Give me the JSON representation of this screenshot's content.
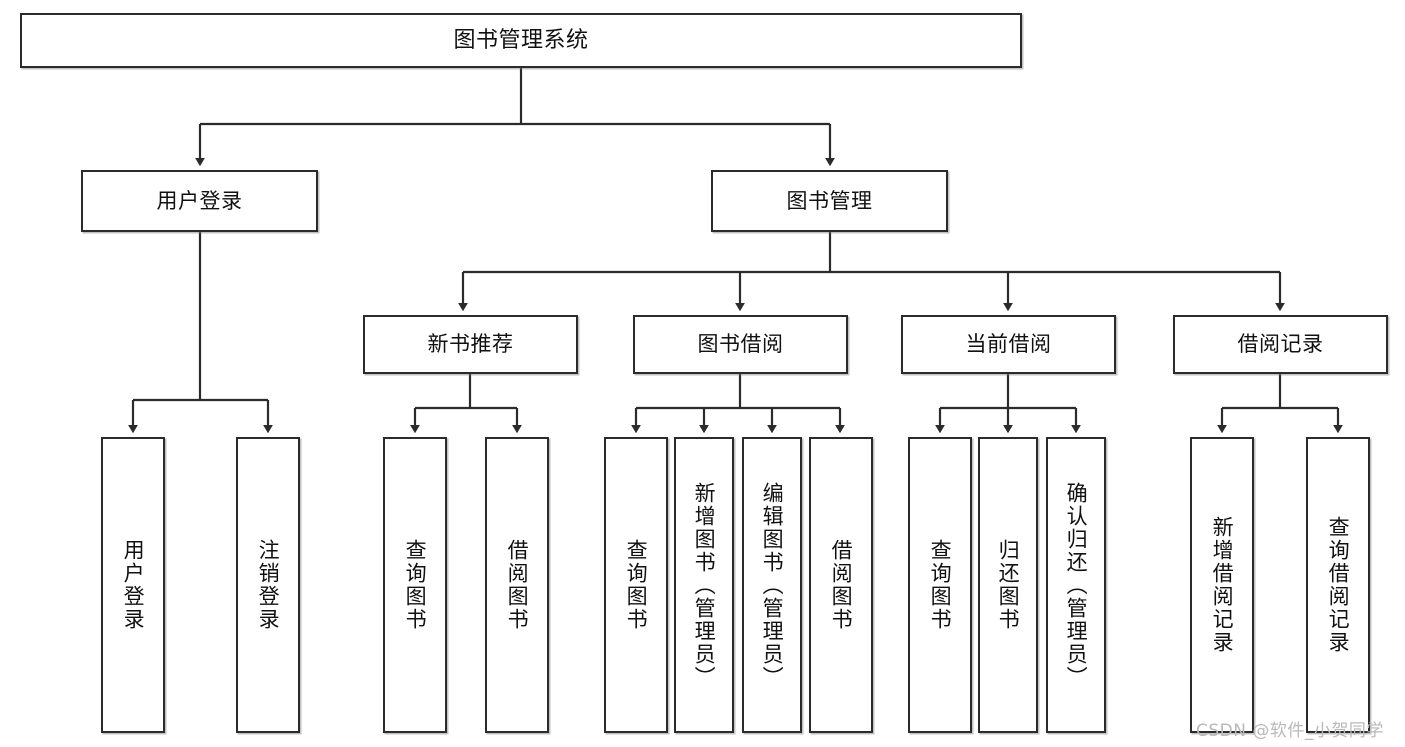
{
  "diagram": {
    "title": "图书管理系统",
    "type": "tree",
    "root": {
      "label": "图书管理系统"
    },
    "level2": [
      {
        "label": "用户登录"
      },
      {
        "label": "图书管理"
      }
    ],
    "level3": [
      {
        "label": "新书推荐"
      },
      {
        "label": "图书借阅"
      },
      {
        "label": "当前借阅"
      },
      {
        "label": "借阅记录"
      }
    ],
    "leaves": {
      "user_login": [
        {
          "label": "用户登录"
        },
        {
          "label": "注销登录"
        }
      ],
      "new_book_recommend": [
        {
          "label": "查询图书"
        },
        {
          "label": "借阅图书"
        }
      ],
      "book_borrow": [
        {
          "label": "查询图书"
        },
        {
          "label": "新增图书（管理员）"
        },
        {
          "label": "编辑图书（管理员）"
        },
        {
          "label": "借阅图书"
        }
      ],
      "current_borrow": [
        {
          "label": "查询图书"
        },
        {
          "label": "归还图书"
        },
        {
          "label": "确认归还（管理员）"
        }
      ],
      "borrow_record": [
        {
          "label": "新增借阅记录"
        },
        {
          "label": "查询借阅记录"
        }
      ]
    }
  },
  "watermark": {
    "text": "CSDN @软件_小贺同学"
  },
  "colors": {
    "box_border": "#2b2b2b",
    "box_fill": "#ffffff",
    "wire": "#2b2b2b",
    "text": "#111111",
    "watermark": "#b9b9b9"
  }
}
